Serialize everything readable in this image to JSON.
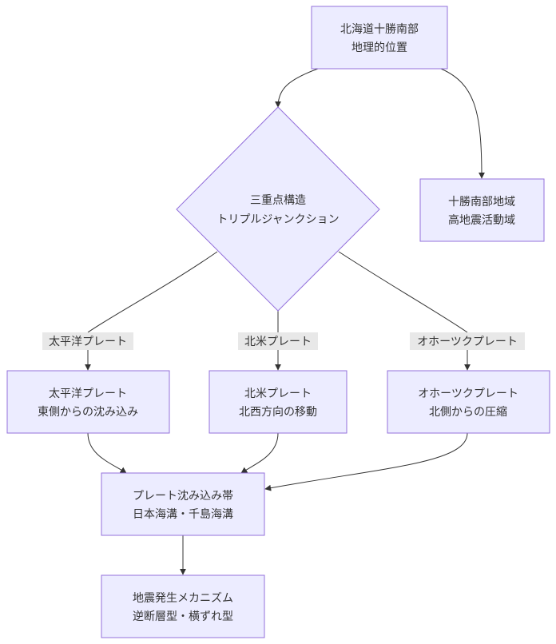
{
  "nodes": {
    "tokachi": {
      "line1": "北海道十勝南部",
      "line2": "地理的位置"
    },
    "triple": {
      "line1": "三重点構造",
      "line2": "トリプルジャンクション"
    },
    "area": {
      "line1": "十勝南部地域",
      "line2": "高地震活動域"
    },
    "pacific": {
      "line1": "太平洋プレート",
      "line2": "東側からの沈み込み"
    },
    "northam": {
      "line1": "北米プレート",
      "line2": "北西方向の移動"
    },
    "okhotsk": {
      "line1": "オホーツクプレート",
      "line2": "北側からの圧縮"
    },
    "subduction": {
      "line1": "プレート沈み込み帯",
      "line2": "日本海溝・千島海溝"
    },
    "mechanism": {
      "line1": "地震発生メカニズム",
      "line2": "逆断層型・横ずれ型"
    }
  },
  "edge_labels": {
    "pacific": "太平洋プレート",
    "northam": "北米プレート",
    "okhotsk": "オホーツクプレート"
  },
  "colors": {
    "node_fill": "#ECECFF",
    "node_stroke": "#9370DB",
    "edge": "#333333",
    "label_bg": "#E8E8E8"
  }
}
